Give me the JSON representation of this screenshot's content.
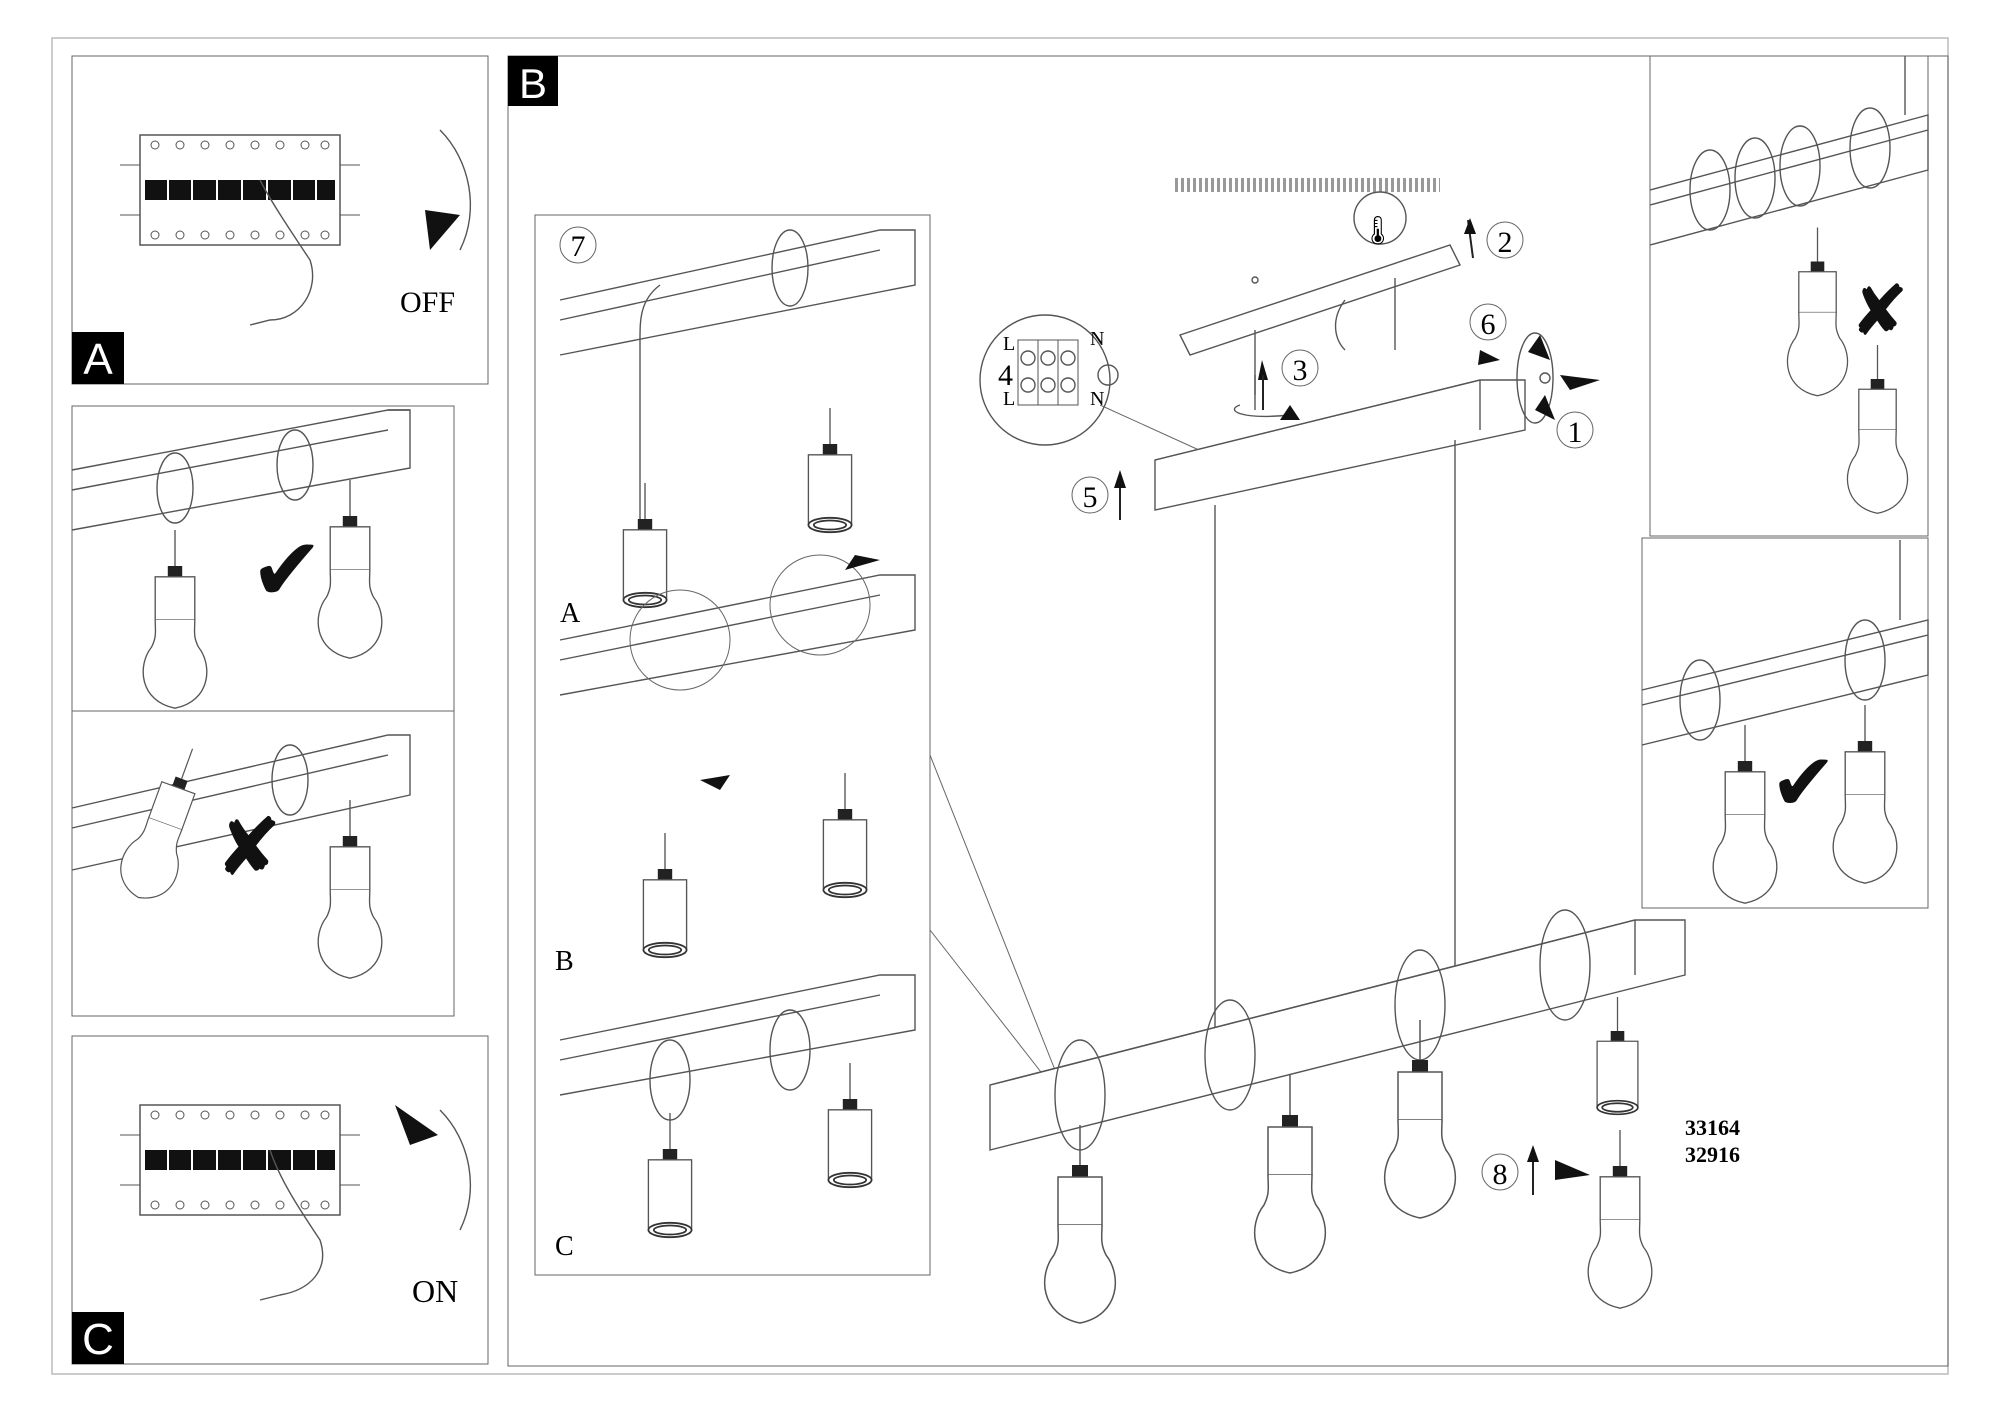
{
  "panels": {
    "a": {
      "badge": "A",
      "switch_label": "OFF"
    },
    "b": {
      "badge": "B",
      "steps": [
        "1",
        "2",
        "3",
        "4",
        "5",
        "6",
        "7",
        "8"
      ],
      "variants": [
        "A",
        "B",
        "C"
      ],
      "terminals": [
        "L",
        "L",
        "N",
        "N"
      ],
      "article_numbers": [
        "33164",
        "32916"
      ]
    },
    "c": {
      "badge": "C",
      "switch_label": "ON"
    }
  },
  "marks": {
    "correct": "check-mark-icon",
    "wrong": "cross-mark-icon"
  },
  "colors": {
    "line": "#555555",
    "ink": "#111111",
    "badge_bg": "#000000",
    "badge_fg": "#ffffff"
  }
}
